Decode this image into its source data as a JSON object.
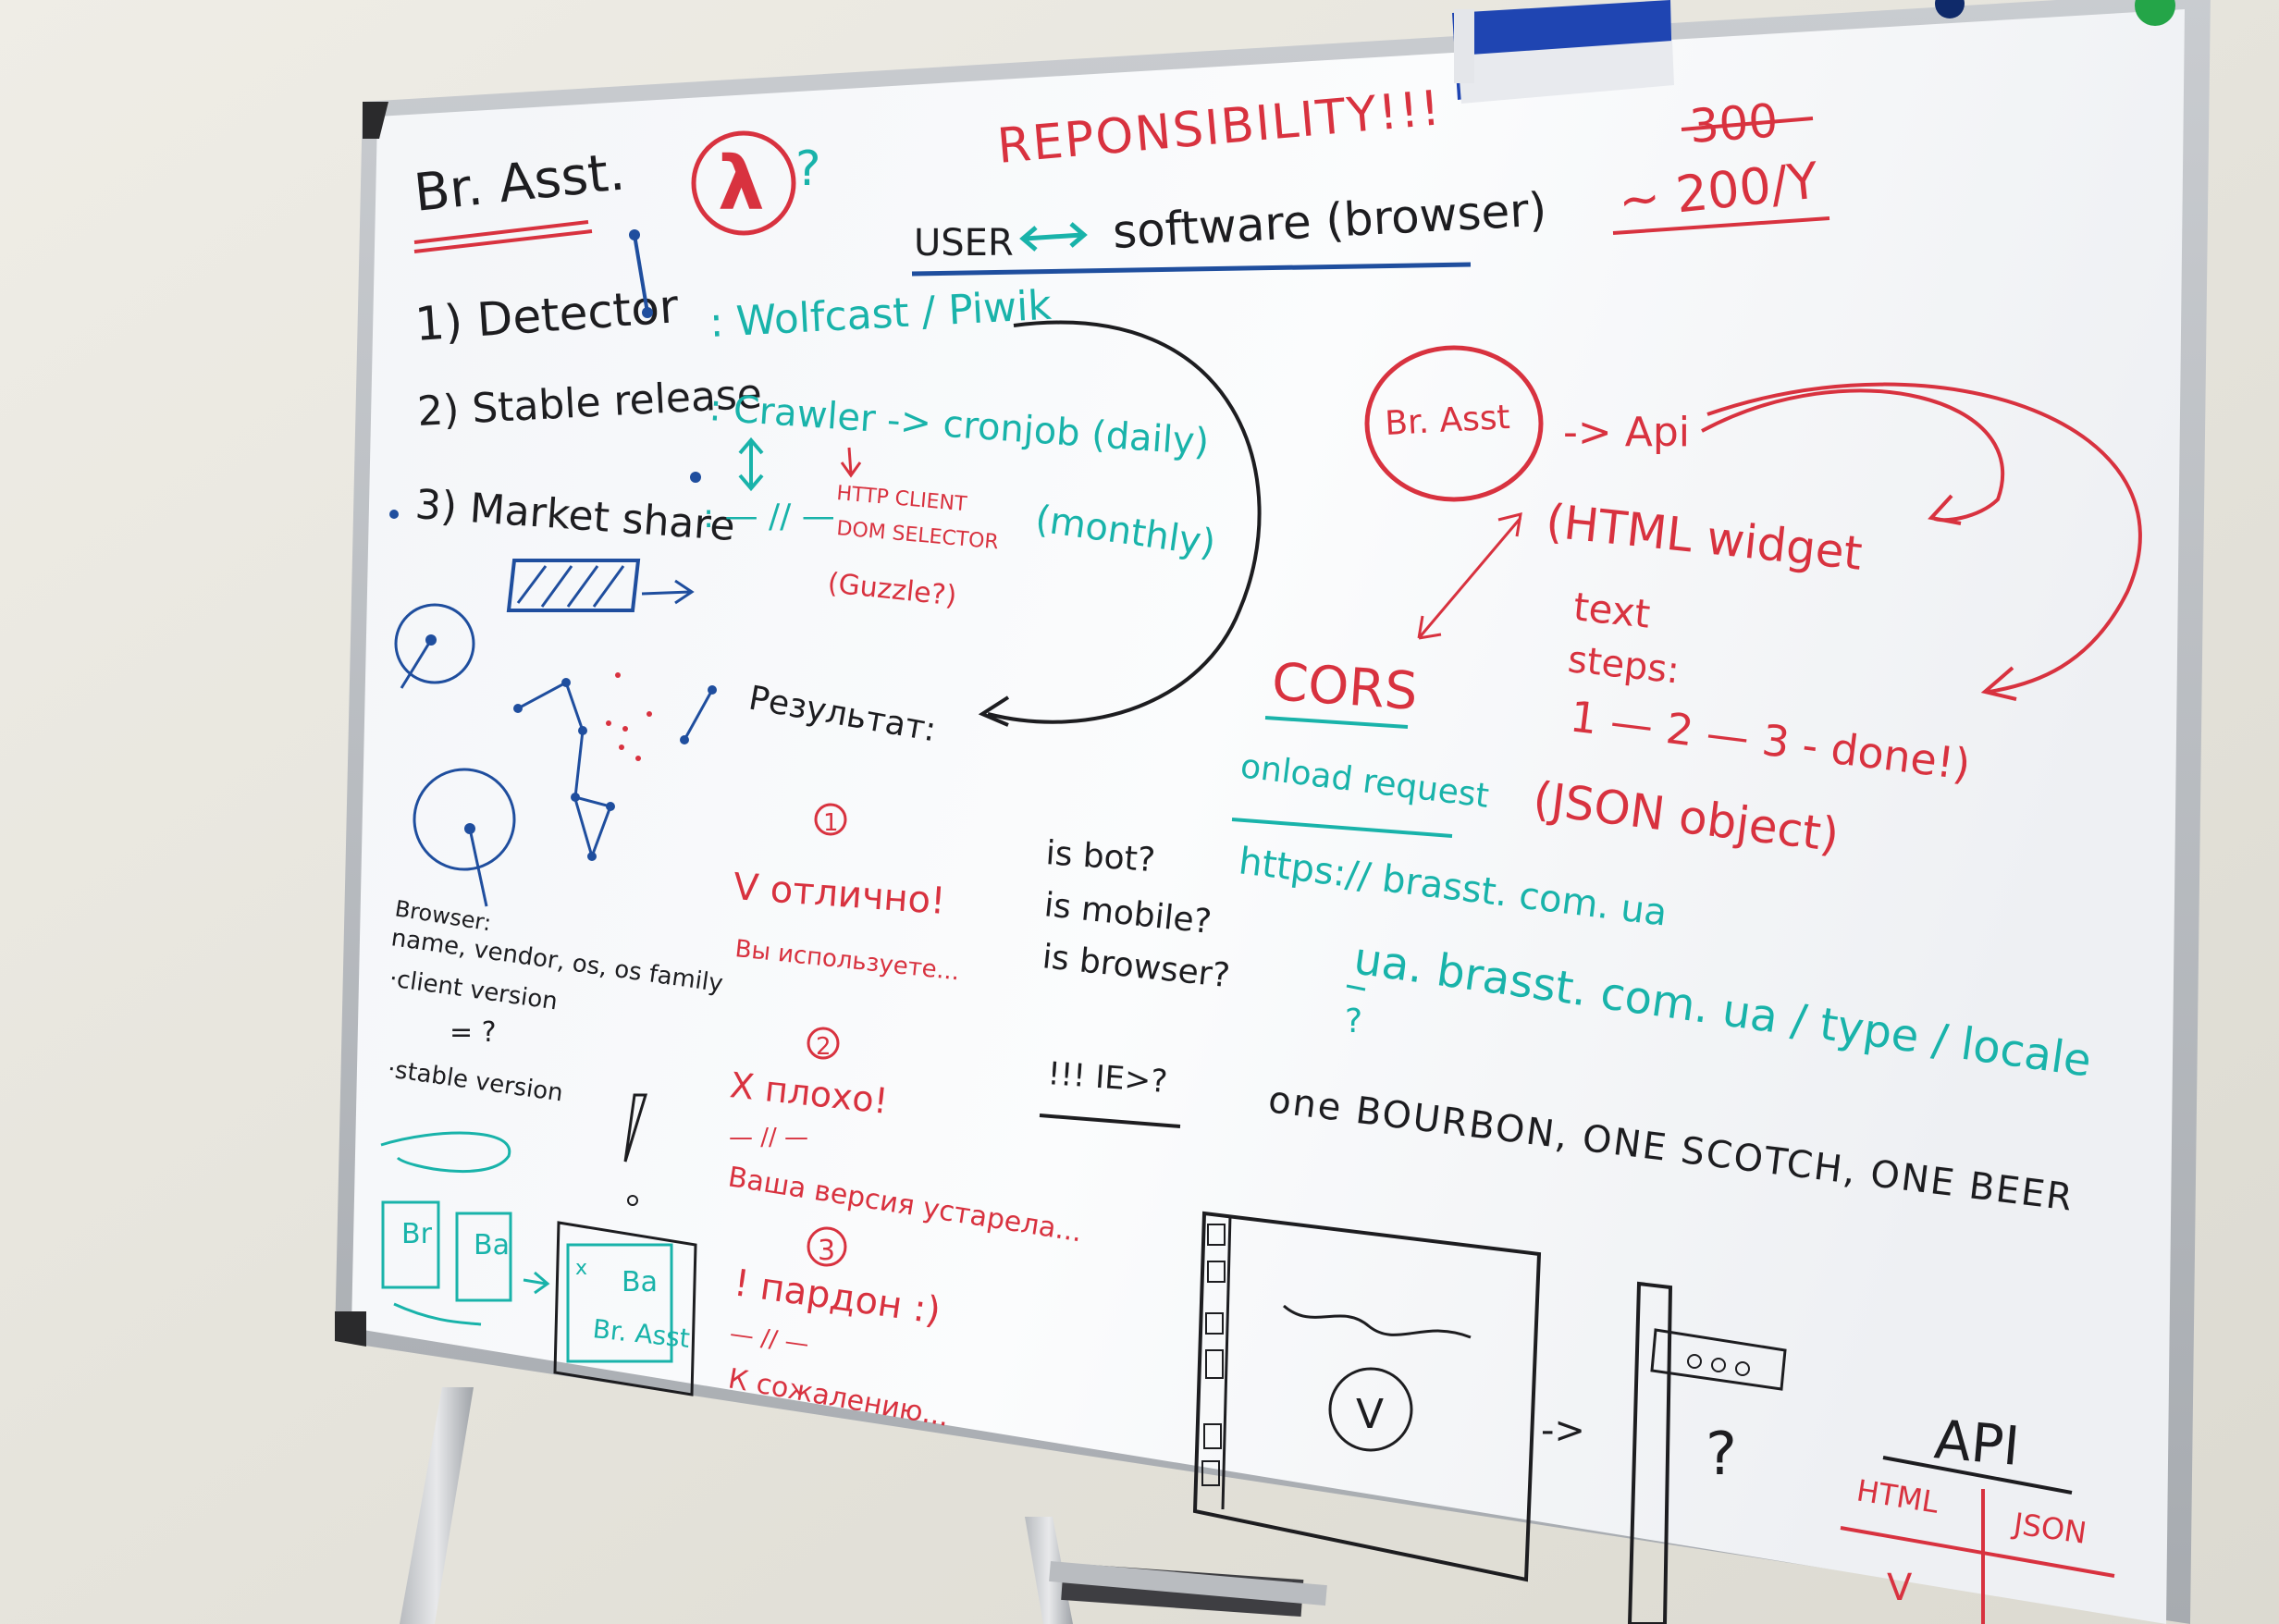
{
  "colors": {
    "red": "#d8323f",
    "teal": "#19b3aa",
    "blue": "#1f4e9e",
    "black": "#1d1d20"
  },
  "board": {
    "top_left": {
      "title": "Br. Asst.",
      "list": [
        "1) Detector",
        "2) Stable release",
        "3) Market share"
      ],
      "lambda": "λ",
      "question": "?"
    },
    "top_center": {
      "heading": "REPONSIBILITY!!!",
      "user": "USER",
      "software": "software (browser)"
    },
    "top_right": {
      "struck": "300",
      "price": "~ 200/Y"
    },
    "sources": {
      "detector": ": Wolfcast / Piwik",
      "stable": ": Crawler -> cronjob (daily)",
      "market": ": — // —",
      "monthly": "(monthly)",
      "http_client": "HTTP CLIENT",
      "dom_selector": "DOM SELECTOR",
      "guzzle": "(Guzzle?)"
    },
    "result": {
      "label": "Результат:",
      "n1": "1",
      "r1_title": "V отлично!",
      "r1_sub": "Вы используете...",
      "n2": "2",
      "r2_title": "X плохо!",
      "r2_ditto": "— // —",
      "r2_sub": "Ваша версия устарела...",
      "n3": "3",
      "r3_title": "! пардон :)",
      "r3_ditto": "— // —",
      "r3_sub": "К сожалению..."
    },
    "checks": [
      "is bot?",
      "is mobile?",
      "is browser?"
    ],
    "ie": "!!! IE>?",
    "browser_notes": {
      "label": "Browser:",
      "fields": "name, vendor, os, os family",
      "client": "·client version",
      "eq": "= ?",
      "stable": "·stable version"
    },
    "widgets": {
      "box1": "Br",
      "box2": "Ba",
      "big_x": "x",
      "big_ba": "Ba",
      "big_label": "Br. Asst"
    },
    "api_flow": {
      "circle": "Br. Asst",
      "api": "-> Api",
      "widget": "(HTML widget",
      "text": "text",
      "steps": "steps:",
      "steps_seq": "1 — 2 — 3 - done!)",
      "json": "(JSON object)"
    },
    "cors": {
      "title": "CORS",
      "onload": "onload request",
      "url1": "https:// brasst. com. ua",
      "url2": "ua. brasst. com. ua / type / locale",
      "url2_q": "?"
    },
    "bourbon": "one BOURBON, ONE SCOTCH, ONE BEER",
    "sketch": {
      "check": "V",
      "question": "?",
      "arrow": "->"
    },
    "api_table": {
      "title": "API",
      "col1": "HTML",
      "col2": "JSON",
      "row1": "V"
    }
  }
}
